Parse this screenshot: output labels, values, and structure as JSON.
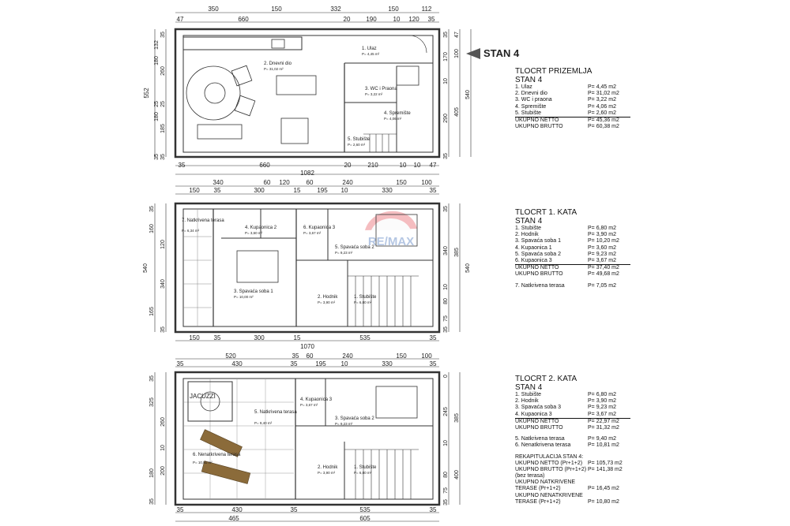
{
  "marker": {
    "stan": "STAN 4"
  },
  "watermark": "RE/MAX",
  "ground": {
    "dims_top1": [
      "350",
      "150",
      "332",
      "150",
      "112"
    ],
    "dims_top2": [
      "47",
      "660",
      "20",
      "190",
      "10",
      "120",
      "35"
    ],
    "dims_bottom1": [
      "35",
      "660",
      "20",
      "210",
      "10",
      "10",
      "47"
    ],
    "dims_total": "1082",
    "dims_left_outer": "552",
    "dims_left_inner": [
      "35",
      "132",
      "180",
      "260",
      "25",
      "25",
      "180",
      "185",
      "35",
      "35"
    ],
    "dims_right_inner": [
      "35",
      "47",
      "170",
      "100",
      "10",
      "290",
      "35"
    ],
    "dims_right_outer": "405",
    "dims_right_total": "540",
    "rooms": [
      {
        "name": "1. Ulaz",
        "area": "P= 4,45 m²"
      },
      {
        "name": "2. Dnevni dio",
        "area": "P= 31,02 m²"
      },
      {
        "name": "3. WC i Praona",
        "area": "P= 3,22 m²"
      },
      {
        "name": "4. Spremište",
        "area": "P= 4,06 m²"
      },
      {
        "name": "5. Stubište",
        "area": "P= 2,60 m²"
      }
    ]
  },
  "first": {
    "dims_top1": [
      "340",
      "60",
      "120",
      "60",
      "240",
      "150",
      "100"
    ],
    "dims_top2": [
      "150",
      "35",
      "300",
      "15",
      "195",
      "10",
      "330",
      "35"
    ],
    "dims_bottom": [
      "150",
      "35",
      "300",
      "15",
      "535",
      "35"
    ],
    "dims_total": "1070",
    "dims_left": [
      "35",
      "160",
      "120",
      "540",
      "340",
      "165",
      "35"
    ],
    "dims_right": [
      "35",
      "340",
      "385",
      "540",
      "10",
      "80",
      "75",
      "35"
    ],
    "rooms": [
      {
        "name": "7. Natkrivena terasa",
        "area": "P= 6,34 m²"
      },
      {
        "name": "4. Kupaonica 2",
        "area": "P= 3,60 m²"
      },
      {
        "name": "6. Kupaonica 3",
        "area": "P= 3,67 m²"
      },
      {
        "name": "5. Spavaća soba 2",
        "area": "P= 9,23 m²"
      },
      {
        "name": "3. Spavaća soba 1",
        "area": "P= 10,00 m²"
      },
      {
        "name": "2. Hodnik",
        "area": "P= 3,90 m²"
      },
      {
        "name": "1. Stubište",
        "area": "P= 6,80 m²"
      }
    ]
  },
  "second": {
    "dims_top1": [
      "520",
      "35",
      "60",
      "240",
      "150",
      "100"
    ],
    "dims_top2": [
      "35",
      "430",
      "35",
      "195",
      "10",
      "330",
      "35"
    ],
    "dims_bottom1": [
      "35",
      "430",
      "35",
      "535",
      "35"
    ],
    "dims_bottom2": [
      "465",
      "605"
    ],
    "dims_left": [
      "35",
      "325",
      "260",
      "10",
      "180",
      "200",
      "35"
    ],
    "dims_right": [
      "0",
      "245",
      "385",
      "10",
      "400",
      "80",
      "75",
      "35"
    ],
    "jacuzzi": "JACUZZI",
    "rooms": [
      {
        "name": "5. Natkrivena terasa",
        "area": "P= 9,40 m²"
      },
      {
        "name": "4. Kupaonica 3",
        "area": "P= 3,67 m²"
      },
      {
        "name": "3. Spavaća soba 2",
        "area": "P= 9,23 m²"
      },
      {
        "name": "6. Nenatkrivena terasa",
        "area": "P= 10,81 m²"
      },
      {
        "name": "2. Hodnik",
        "area": "P= 3,90 m²"
      },
      {
        "name": "1. Stubište",
        "area": "P= 6,80 m²"
      }
    ]
  },
  "legend_ground": {
    "title1": "TLOCRT PRIZEMLJA",
    "title2": "STAN 4",
    "rows": [
      {
        "label": "1. Ulaz",
        "value": "P= 4,45 m2"
      },
      {
        "label": "2. Dnevni dio",
        "value": "P= 31,02 m2"
      },
      {
        "label": "3. WC i praona",
        "value": "P= 3,22 m2"
      },
      {
        "label": "4. Spremište",
        "value": "P= 4,06 m2"
      },
      {
        "label": "5. Stubište",
        "value": "P= 2,60 m2"
      },
      {
        "label": "UKUPNO NETTO",
        "value": "P= 45,36 m2"
      },
      {
        "label": "UKUPNO BRUTTO",
        "value": "P= 60,38 m2"
      }
    ]
  },
  "legend_first": {
    "title1": "TLOCRT 1. KATA",
    "title2": "STAN 4",
    "rows": [
      {
        "label": "1. Stubište",
        "value": "P= 6,80 m2"
      },
      {
        "label": "2. Hodnik",
        "value": "P= 3,90 m2"
      },
      {
        "label": "3. Spavaća soba 1",
        "value": "P= 10,20 m2"
      },
      {
        "label": "4. Kupaonica 1",
        "value": "P= 3,60 m2"
      },
      {
        "label": "5. Spavaća soba 2",
        "value": "P= 9,23 m2"
      },
      {
        "label": "6. Kupaonica 3",
        "value": "P= 3,67 m2"
      },
      {
        "label": "UKUPNO NETTO",
        "value": "P= 37,40 m2"
      },
      {
        "label": "UKUPNO BRUTTO",
        "value": "P= 49,68 m2"
      }
    ],
    "extra": {
      "label": "7. Natkrivena terasa",
      "value": "P= 7,05 m2"
    }
  },
  "legend_second": {
    "title1": "TLOCRT 2. KATA",
    "title2": "STAN 4",
    "rows": [
      {
        "label": "1. Stubište",
        "value": "P= 6,80 m2"
      },
      {
        "label": "2. Hodnik",
        "value": "P= 3,90 m2"
      },
      {
        "label": "3. Spavaća soba 3",
        "value": "P= 9,23 m2"
      },
      {
        "label": "4. Kupaonica 3",
        "value": "P= 3,67 m2"
      },
      {
        "label": "UKUPNO NETTO",
        "value": "P= 22,97 m2"
      },
      {
        "label": "UKUPNO BRUTTO",
        "value": "P= 31,32 m2"
      }
    ],
    "terraces": [
      {
        "label": "5. Natkrivena terasa",
        "value": "P= 9,40 m2"
      },
      {
        "label": "6. Nenatkrivena terasa",
        "value": "P= 10,81 m2"
      }
    ],
    "recap_title": "REKAPITULACIJA STAN 4:",
    "recap": [
      {
        "label": "UKUPNO NETTO (Pr+1+2)",
        "value": "P= 105,73 m2"
      },
      {
        "label": "UKUPNO BRUTTO (Pr+1+2)",
        "value": "P= 141,38 m2"
      },
      {
        "label": "(bez terasa)",
        "value": ""
      },
      {
        "label": "UKUPNO NATKRIVENE",
        "value": ""
      },
      {
        "label": "TERASE (Pr+1+2)",
        "value": "P= 16,45 m2"
      },
      {
        "label": "UKUPNO NENATKRIVENE",
        "value": ""
      },
      {
        "label": "TERASE (Pr+1+2)",
        "value": "P= 10,80 m2"
      }
    ]
  }
}
